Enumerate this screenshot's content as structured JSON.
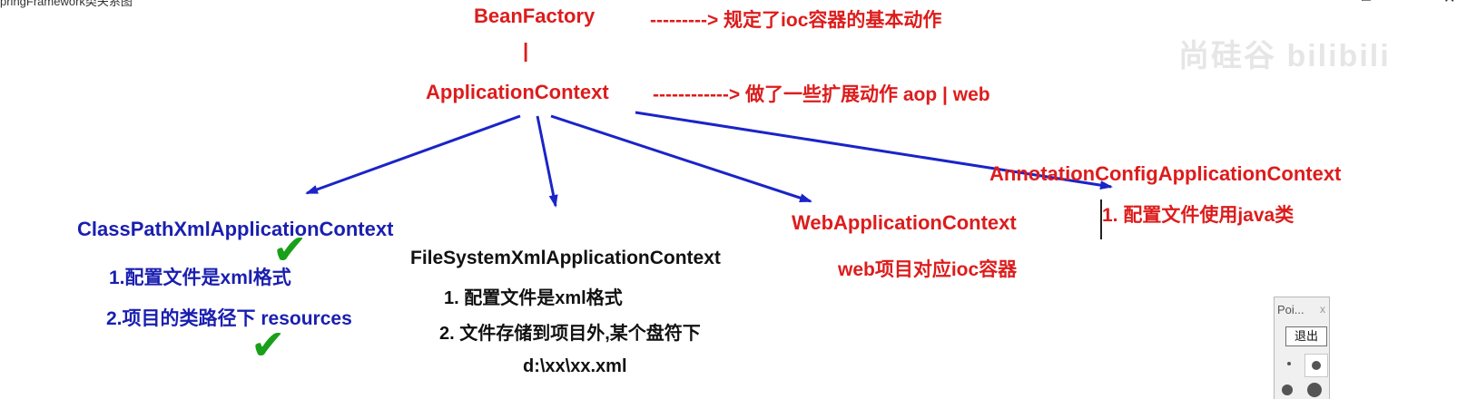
{
  "window": {
    "title": "pringFramework类关系图",
    "controls": {
      "minimize": "–",
      "maximize": "□",
      "close": "✕"
    }
  },
  "watermark": "尚硅谷 bilibili",
  "nodes": {
    "bean_factory": "BeanFactory",
    "bean_factory_note": "---------> 规定了ioc容器的基本动作",
    "pipe": "|",
    "app_context": "ApplicationContext",
    "app_context_note": "------------> 做了一些扩展动作 aop  | web",
    "classpath": {
      "name": "ClassPathXmlApplicationContext",
      "items": [
        "1.配置文件是xml格式",
        "2.项目的类路径下 resources"
      ]
    },
    "filesystem": {
      "name": "FileSystemXmlApplicationContext",
      "items": [
        "1. 配置文件是xml格式",
        "2. 文件存储到项目外,某个盘符下",
        "d:\\xx\\xx.xml"
      ]
    },
    "web": {
      "name": "WebApplicationContext",
      "items": [
        "web项目对应ioc容器"
      ]
    },
    "annotation": {
      "name": "AnnotationConfigApplicationContext",
      "items": [
        "1. 配置文件使用java类"
      ]
    }
  },
  "poi_panel": {
    "title": "Poi...",
    "close": "x",
    "button": "退出"
  },
  "colors": {
    "red": "#dd1c1c",
    "blue": "#1a1fb0",
    "arrow": "#1a24c8",
    "check": "#18a018"
  }
}
